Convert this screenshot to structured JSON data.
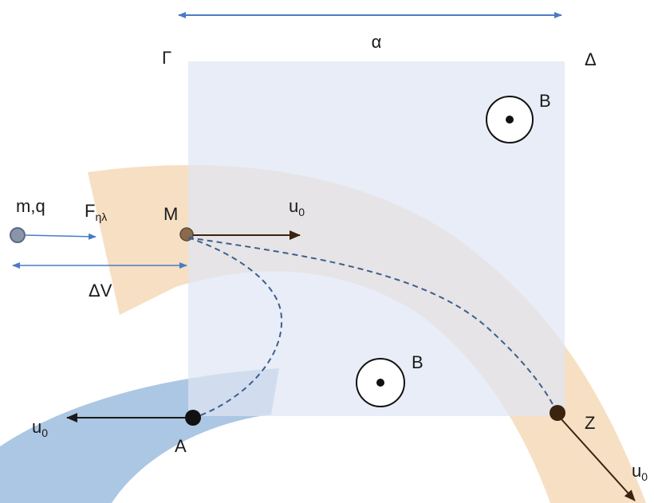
{
  "labels": {
    "width_label": "α",
    "corner_left": "Γ",
    "corner_right": "Δ",
    "field_top": "B",
    "field_bottom": "B",
    "particle": "m,q",
    "force_main": "F",
    "force_sub": "ηλ",
    "voltage": "ΔV",
    "point_m": "M",
    "point_a": "A",
    "point_z": "Z",
    "vel_main": "u",
    "vel_sub": "0"
  },
  "colors": {
    "region_fill": "#dfe6f4",
    "orange_band": "#f5d9b8",
    "blue_band": "#8fb4d9",
    "arrow_blue": "#4a7bc4",
    "arrow_dark": "#3a2410",
    "trajectory": "#3e5f8e",
    "dot_dark": "#111111",
    "particle_fill": "#8a96a8"
  },
  "icons": {
    "field_symbol": "dot-in-circle (B out of page)"
  }
}
